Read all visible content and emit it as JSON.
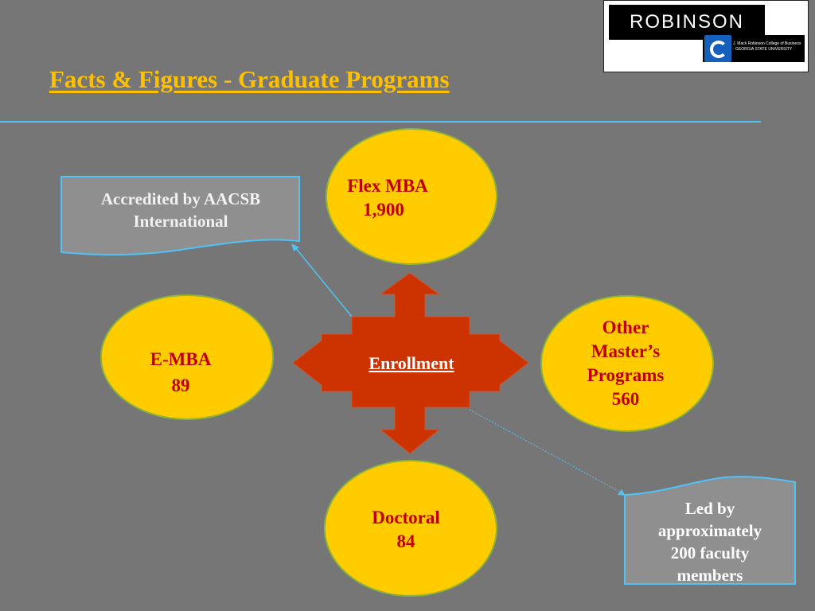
{
  "title": "Facts & Figures - Graduate Programs",
  "logo": {
    "wordmark": "ROBINSON",
    "subline": "J. Mack Robinson College of Business · GEORGIA STATE UNIVERSITY"
  },
  "center": {
    "label": "Enrollment"
  },
  "programs": {
    "flex_mba": {
      "name": "Flex MBA",
      "count": "1,900"
    },
    "emba": {
      "name": "E-MBA",
      "count": "89"
    },
    "other_masters": {
      "name_line1": "Other",
      "name_line2": "Master’s",
      "name_line3": "Programs",
      "count": "560"
    },
    "doctoral": {
      "name": "Doctoral",
      "count": "84"
    }
  },
  "callouts": {
    "accreditation": {
      "line1": "Accredited by AACSB",
      "line2": "International"
    },
    "faculty": {
      "line1": "Led by",
      "line2": "approximately",
      "line3": "200 faculty",
      "line4": "members"
    }
  },
  "colors": {
    "background": "#767676",
    "title": "#ffc000",
    "oval_fill": "#ffcc00",
    "oval_stroke": "#8db33a",
    "program_text": "#c00000",
    "cross_fill": "#cc3300",
    "callout_fill": "#8f8f8f",
    "callout_stroke": "#4fc3f7"
  }
}
